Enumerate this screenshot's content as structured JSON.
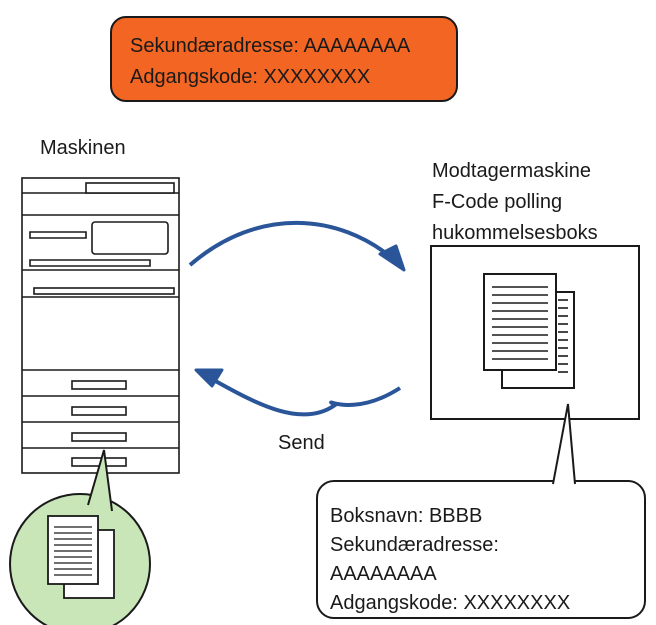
{
  "top_box": {
    "line1": "Sekundæradresse: AAAAAAAA",
    "line2": "Adgangskode: XXXXXXXX"
  },
  "machine": {
    "label": "Maskinen"
  },
  "receiver": {
    "line1": "Modtagermaskine",
    "line2": "F-Code polling",
    "line3": "hukommelsesboks"
  },
  "send_label": "Send",
  "callout": {
    "line1": "Boksnavn: BBBB",
    "line2": "Sekundæradresse:",
    "line3": "AAAAAAAA",
    "line4": "Adgangskode: XXXXXXXX"
  },
  "colors": {
    "orange_box": "#f26522",
    "arrow_blue": "#2a5599",
    "bubble_green": "#c8e6b8"
  }
}
